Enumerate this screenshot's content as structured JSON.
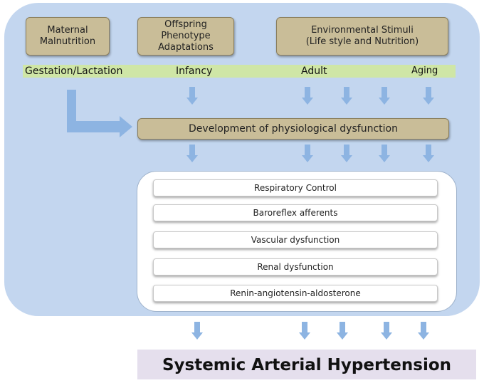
{
  "top_boxes": {
    "maternal": "Maternal\nMalnutrition",
    "offspring": "Offspring\nPhenotype\nAdaptations",
    "environment": "Environmental Stimuli\n(Life style and Nutrition)"
  },
  "stages": {
    "gestation": "Gestation/Lactation",
    "infancy": "Infancy",
    "adult": "Adult",
    "aging": "Aging"
  },
  "development": "Development of physiological dysfunction",
  "mechanisms": [
    "Respiratory Control",
    "Baroreflex afferents",
    "Vascular dysfunction",
    "Renal dysfunction",
    "Renin-angiotensin-aldosterone"
  ],
  "outcome": "Systemic Arterial Hypertension",
  "colors": {
    "background_panel": "#c3d6ef",
    "tan_box": "#c9bd98",
    "stage_band": "#cfe6a6",
    "arrow": "#8db4e2",
    "outcome_box": "#e5dfed"
  }
}
